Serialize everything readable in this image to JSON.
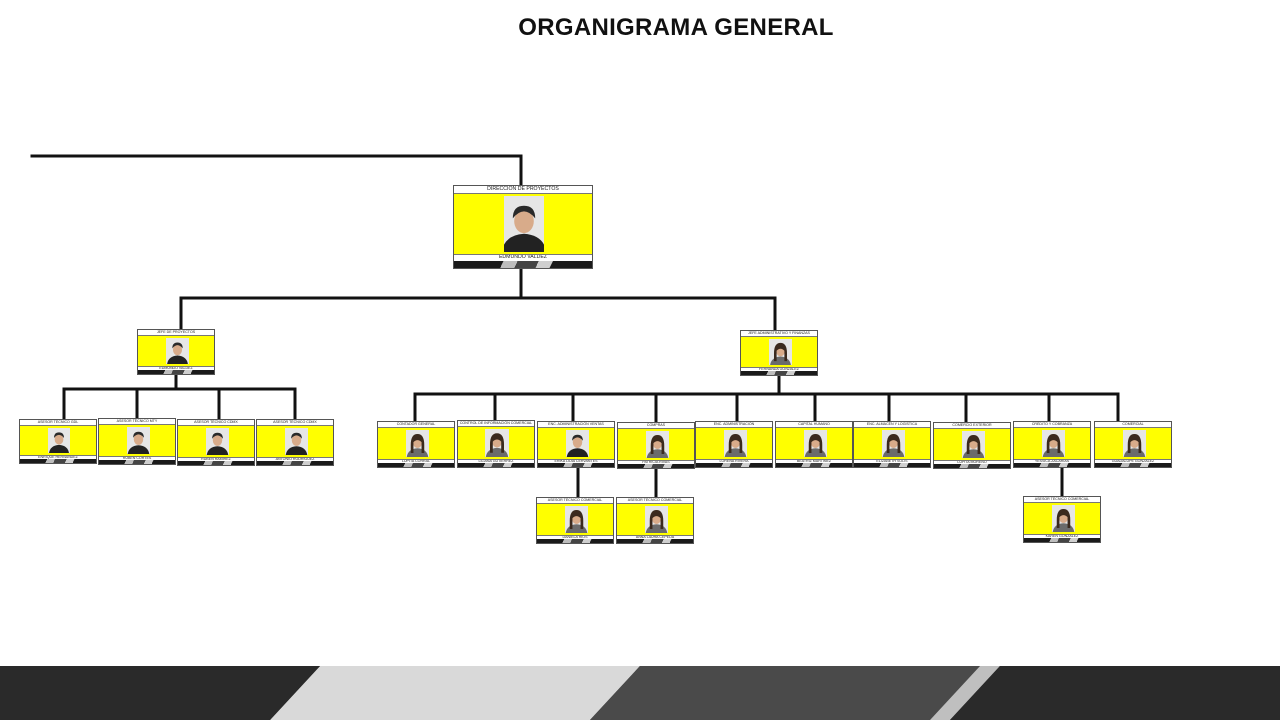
{
  "title": "ORGANIGRAMA GENERAL",
  "nodes": [
    {
      "id": "dir",
      "role": "DIRECCIÓN DE PROYECTOS",
      "name": "EDMUNDO VALDEZ"
    },
    {
      "id": "gp",
      "role": "JEFE DE PROYECTOS",
      "name": "EDMUNDO VALDEZ"
    },
    {
      "id": "ca",
      "role": "JEFE ADMINISTRATIVO Y FINANZAS",
      "name": "FERNANDA GONZÁLEZ"
    },
    {
      "id": "t1",
      "role": "ASESOR TÉCNICO GDL",
      "name": "ENRIQUE HERNÁNDEZ"
    },
    {
      "id": "t2",
      "role": "ASESOR TÉCNICO MTY",
      "name": "RUBÉN CORTÉS"
    },
    {
      "id": "t3",
      "role": "ASESOR TÉCNICO CDMX",
      "name": "RUBÉN RAMÍREZ"
    },
    {
      "id": "t4",
      "role": "ASESOR TÉCNICO CDMX",
      "name": "ANTONIO RODRÍGUEZ"
    },
    {
      "id": "c1",
      "role": "CONTADOR GENERAL",
      "name": "LUPITA CORRAL"
    },
    {
      "id": "c2",
      "role": "CONTROL DE INFORMACIÓN COMERCIAL",
      "name": "LILIANA GUTIÉRREZ"
    },
    {
      "id": "c3",
      "role": "ENC. ADMINISTRACIÓN VENTAS",
      "name": "ERIKA LIDIA CERVANTES"
    },
    {
      "id": "c4",
      "role": "COMPRAS",
      "name": "PATRICIA RIVAS"
    },
    {
      "id": "c5",
      "role": "ENC. ADMINISTRACIÓN",
      "name": "LORENA RIVERA"
    },
    {
      "id": "c6",
      "role": "CAPITAL HUMANO",
      "name": "BEATRIZ MARTÍNEZ"
    },
    {
      "id": "c7",
      "role": "ENC. ALMACÉN Y LOGÍSTICA",
      "name": "ELIZABETH SOLIS"
    },
    {
      "id": "c8",
      "role": "COMERCIO EXTERIOR",
      "name": "LUPITA MORENO"
    },
    {
      "id": "c9",
      "role": "CRÉDITO Y COBRANZA",
      "name": "YESSICA ZACARÍAS"
    },
    {
      "id": "c10",
      "role": "COMERCIAL",
      "name": "GUADALUPE GONZÁLEZ"
    },
    {
      "id": "s1",
      "role": "ASESOR TÉCNICO COMERCIAL",
      "name": "DANIELA RÍOS"
    },
    {
      "id": "s2",
      "role": "ASESOR TÉCNICO COMERCIAL",
      "name": "ANNA LAURA CEPEDA"
    },
    {
      "id": "s3",
      "role": "ASESOR TÉCNICO COMERCIAL",
      "name": "KAREN GONZÁLEZ"
    }
  ],
  "edges": [
    [
      "dir",
      "gp"
    ],
    [
      "dir",
      "ca"
    ],
    [
      "gp",
      "t1"
    ],
    [
      "gp",
      "t2"
    ],
    [
      "gp",
      "t3"
    ],
    [
      "gp",
      "t4"
    ],
    [
      "ca",
      "c1"
    ],
    [
      "ca",
      "c2"
    ],
    [
      "ca",
      "c3"
    ],
    [
      "ca",
      "c4"
    ],
    [
      "ca",
      "c5"
    ],
    [
      "ca",
      "c6"
    ],
    [
      "ca",
      "c7"
    ],
    [
      "ca",
      "c8"
    ],
    [
      "ca",
      "c9"
    ],
    [
      "ca",
      "c10"
    ],
    [
      "c3",
      "s1"
    ],
    [
      "c4",
      "s2"
    ],
    [
      "c9",
      "s3"
    ]
  ],
  "accent_color": "#ffff00"
}
